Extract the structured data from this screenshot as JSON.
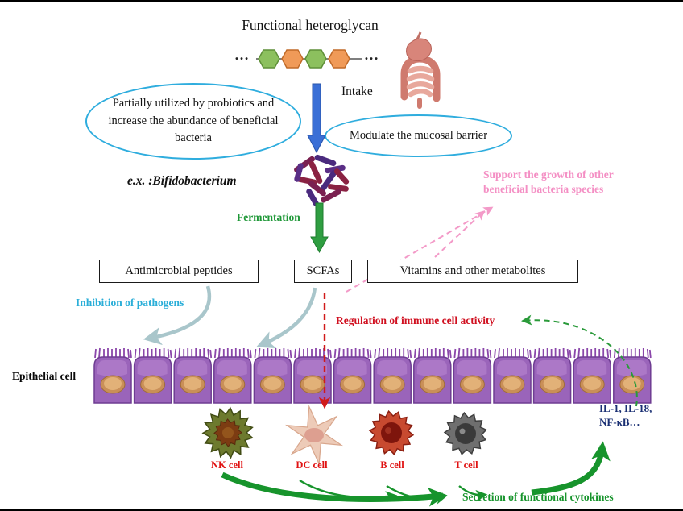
{
  "header": {
    "title": "Functional heteroglycan",
    "chain_dots_left": "…",
    "chain_dots_right": "…",
    "intake": "Intake"
  },
  "bubbles": {
    "left": "Partially utilized by probiotics and increase the abundance of beneficial bacteria",
    "right": "Modulate the mucosal barrier"
  },
  "boxes": {
    "antimicrobial": "Antimicrobial peptides",
    "scfas": "SCFAs",
    "vitamins": "Vitamins and other metabolites"
  },
  "labels": {
    "bifidobacterium": "e.x. :Bifidobacterium",
    "fermentation": "Fermentation",
    "support_growth": "Support the growth of other beneficial bacteria species",
    "inhibition": "Inhibition of pathogens",
    "regulation": "Regulation of immune cell activity",
    "epithelial": "Epithelial cell",
    "cytokines": "IL-1,  IL-18,\nNF-κB…",
    "secretion": "Secretion of functional cytokines"
  },
  "immune_cells": [
    {
      "label": "NK cell"
    },
    {
      "label": "DC cell"
    },
    {
      "label": "B cell"
    },
    {
      "label": "T cell"
    }
  ],
  "colors": {
    "bubble_border_cyan": "#2fadde",
    "intake_arrow_blue": "#3a6fd6",
    "fermentation_green": "#1f9838",
    "support_pink": "#f48fc4",
    "inhibition_cyan": "#2aaed8",
    "regulation_red": "#d01020",
    "cytokines_navy": "#1a2f73",
    "secretion_green": "#17942c",
    "teal_arrow": "#a9c6cb",
    "glycan_green": "#8cc05e",
    "glycan_orange": "#f09a58",
    "epithelial_purple": "#9a64ba",
    "nucleus_tan": "#d9a06c"
  }
}
